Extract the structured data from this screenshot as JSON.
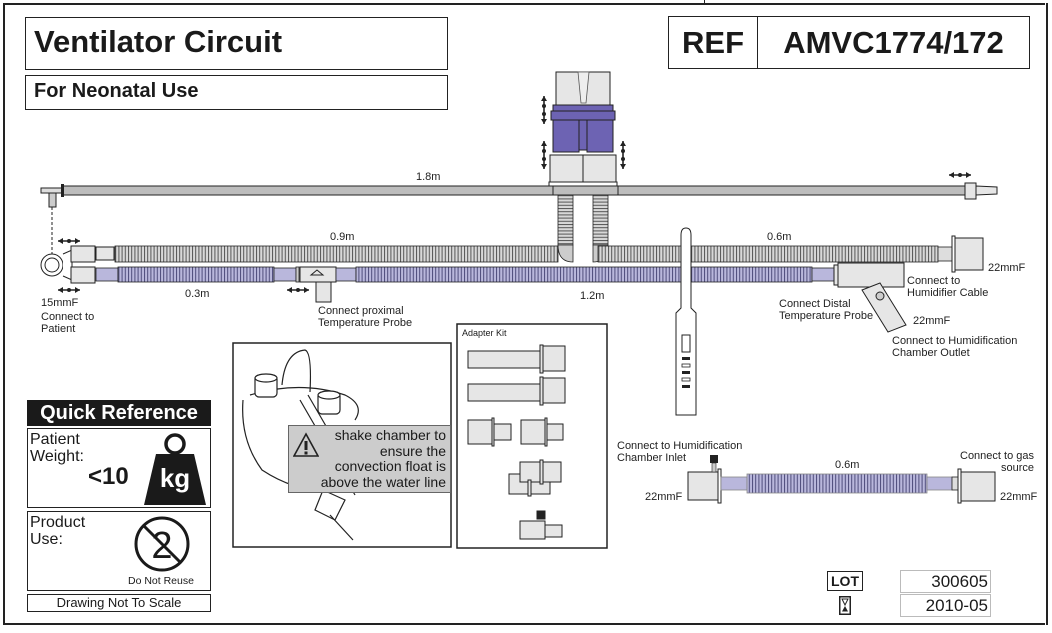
{
  "header": {
    "title": "Ventilator Circuit",
    "subtitle": "For Neonatal Use",
    "ref_label": "REF",
    "ref_code": "AMVC1774/172"
  },
  "circuit": {
    "labels": {
      "top_line_length": "1.8m",
      "upper_tube_left_length": "0.9m",
      "upper_tube_right_length": "0.6m",
      "lower_tube_left_length": "0.3m",
      "lower_tube_right_length": "1.2m",
      "patient_size": "15mmF",
      "connect_patient": [
        "Connect to",
        "Patient"
      ],
      "connect_proximal": [
        "Connect proximal",
        "Temperature Probe"
      ],
      "connect_distal": [
        "Connect Distal",
        "Temperature Probe"
      ],
      "connect_humidifier_cable": [
        "Connect to",
        "Humidifier Cable"
      ],
      "right_connector_size": "22mmF",
      "outlet_size": "22mmF",
      "connect_chamber_outlet": [
        "Connect to Humidification",
        "Chamber Outlet"
      ]
    },
    "colors": {
      "blue_tube": "#b9b7dc",
      "blue_tube_ribs": "#6b6aa6",
      "wye_purple": "#6d63b3",
      "grey_tube": "#bdbdbd",
      "connector": "#e6e6e6"
    }
  },
  "warning": {
    "icon": "warning-triangle-icon",
    "lines": [
      "shake chamber to",
      "ensure the",
      "convection float is",
      "above the water line"
    ]
  },
  "adapter_kit": {
    "title": "Adapter Kit"
  },
  "inlet_tube": {
    "connect_inlet": [
      "Connect to Humidification",
      "Chamber Inlet"
    ],
    "length": "0.6m",
    "connect_gas": [
      "Connect to gas",
      "source"
    ],
    "left_size": "22mmF",
    "right_size": "22mmF"
  },
  "quick_reference": {
    "title": "Quick Reference",
    "weight_label": [
      "Patient",
      "Weight:"
    ],
    "weight_value": "<10",
    "weight_unit": "kg",
    "use_label": [
      "Product",
      "Use:"
    ],
    "use_icon": "do-not-reuse-icon",
    "use_caption": "Do Not Reuse",
    "note": "Drawing Not To Scale"
  },
  "lot": {
    "lot_label": "LOT",
    "lot_number": "300605",
    "expiry_icon": "hourglass-icon",
    "expiry_date": "2010-05"
  }
}
